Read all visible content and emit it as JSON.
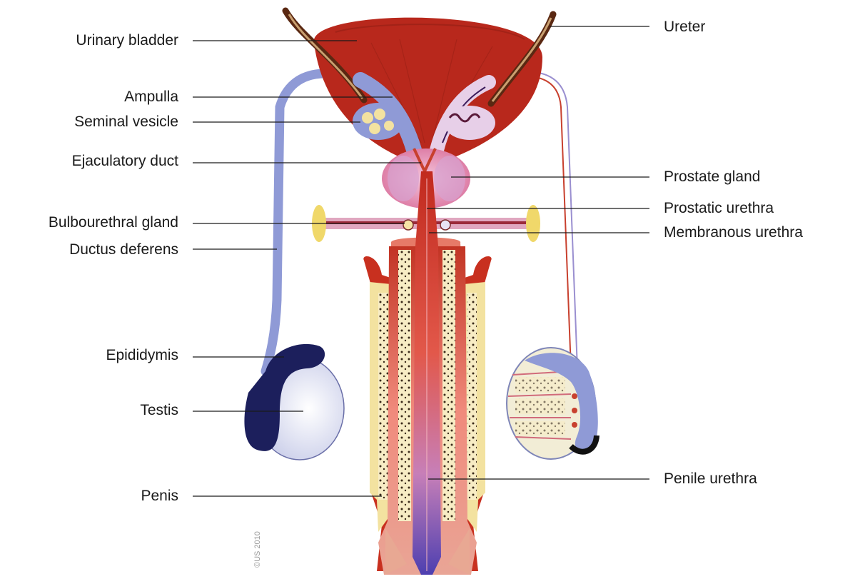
{
  "labels": {
    "urinary_bladder": "Urinary bladder",
    "ampulla": "Ampulla",
    "seminal_vesicle": "Seminal vesicle",
    "ejaculatory_duct": "Ejaculatory duct",
    "bulbourethral_gland": "Bulbourethral gland",
    "ductus_deferens": "Ductus deferens",
    "epididymis": "Epididymis",
    "testis": "Testis",
    "penis": "Penis",
    "ureter": "Ureter",
    "prostate_gland": "Prostate gland",
    "prostatic_urethra": "Prostatic urethra",
    "membranous_urethra": "Membranous urethra",
    "penile_urethra": "Penile urethra"
  },
  "watermark": "©US 2010",
  "colors": {
    "bladder": "#b8281c",
    "duct_blue": "#8f9ad6",
    "epididymis_dark": "#1c1f5c",
    "testis_fill": "#e6e8f7",
    "prostate_pink": "#e58bb0",
    "erectile_yellow": "#f3e2a0",
    "urethra_red": "#c63222",
    "urethra_purple": "#5a4bb8"
  }
}
